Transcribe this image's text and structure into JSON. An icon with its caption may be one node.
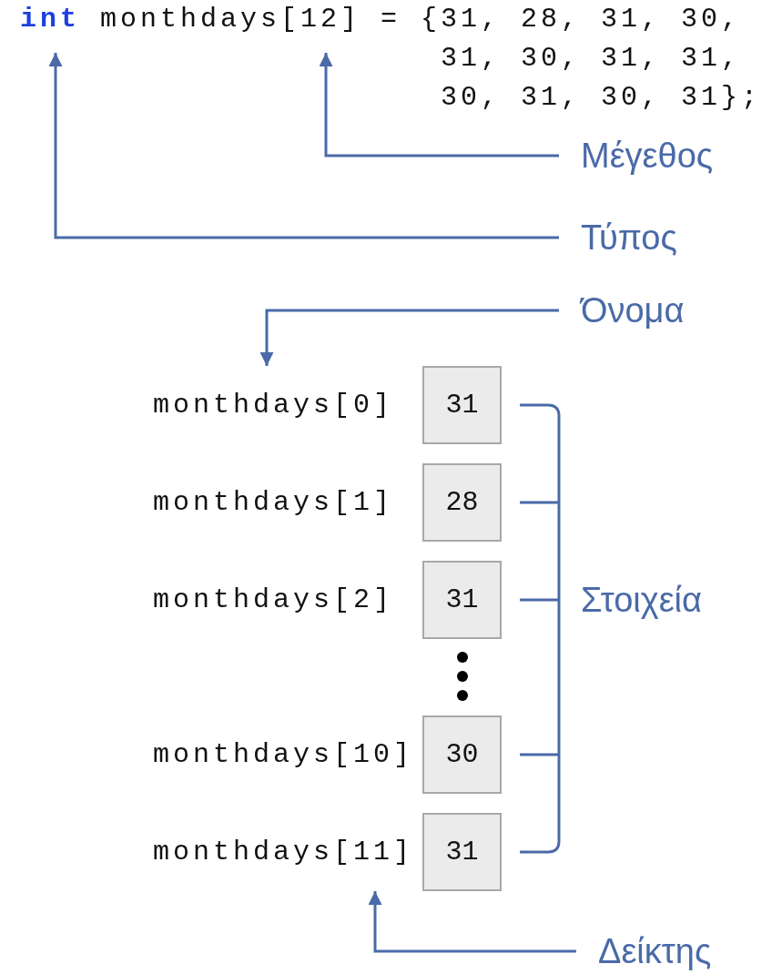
{
  "diagram": {
    "nodes": [
      {
        "text": [
          "**int** monthdays[12] = {31, 28, 31, 30, 31, 30, 31, 31, 30, 31, 30, 31};"
        ]
      },
      {
        "text": [
          "Μέγεθος"
        ]
      },
      {
        "text": [
          "Τύπος"
        ]
      },
      {
        "text": [
          "Όνομα"
        ]
      },
      {
        "text": [
          "monthdays[0]"
        ]
      },
      {
        "text": [
          "31"
        ]
      },
      {
        "text": [
          "28"
        ]
      },
      {
        "text": [
          "31"
        ]
      },
      {
        "text": [
          "30"
        ]
      },
      {
        "text": [
          "monthdays[11]"
        ]
      },
      {
        "text": [
          "31"
        ]
      },
      {
        "text": [
          "Δείκτης"
        ]
      }
    ],
    "edges": [
      {
        "from": 1,
        "to": 0,
        "arrow": "to"
      },
      {
        "from": 2,
        "to": 0,
        "arrow": "to"
      },
      {
        "from": 3,
        "to": 4,
        "arrow": "to"
      },
      {
        "from": 11,
        "to": 9,
        "arrow": "to"
      }
    ],
    "labels": [
      "monthdays[1]",
      "monthdays[2]",
      "Στοιχεία",
      "monthdays[10]"
    ]
  }
}
